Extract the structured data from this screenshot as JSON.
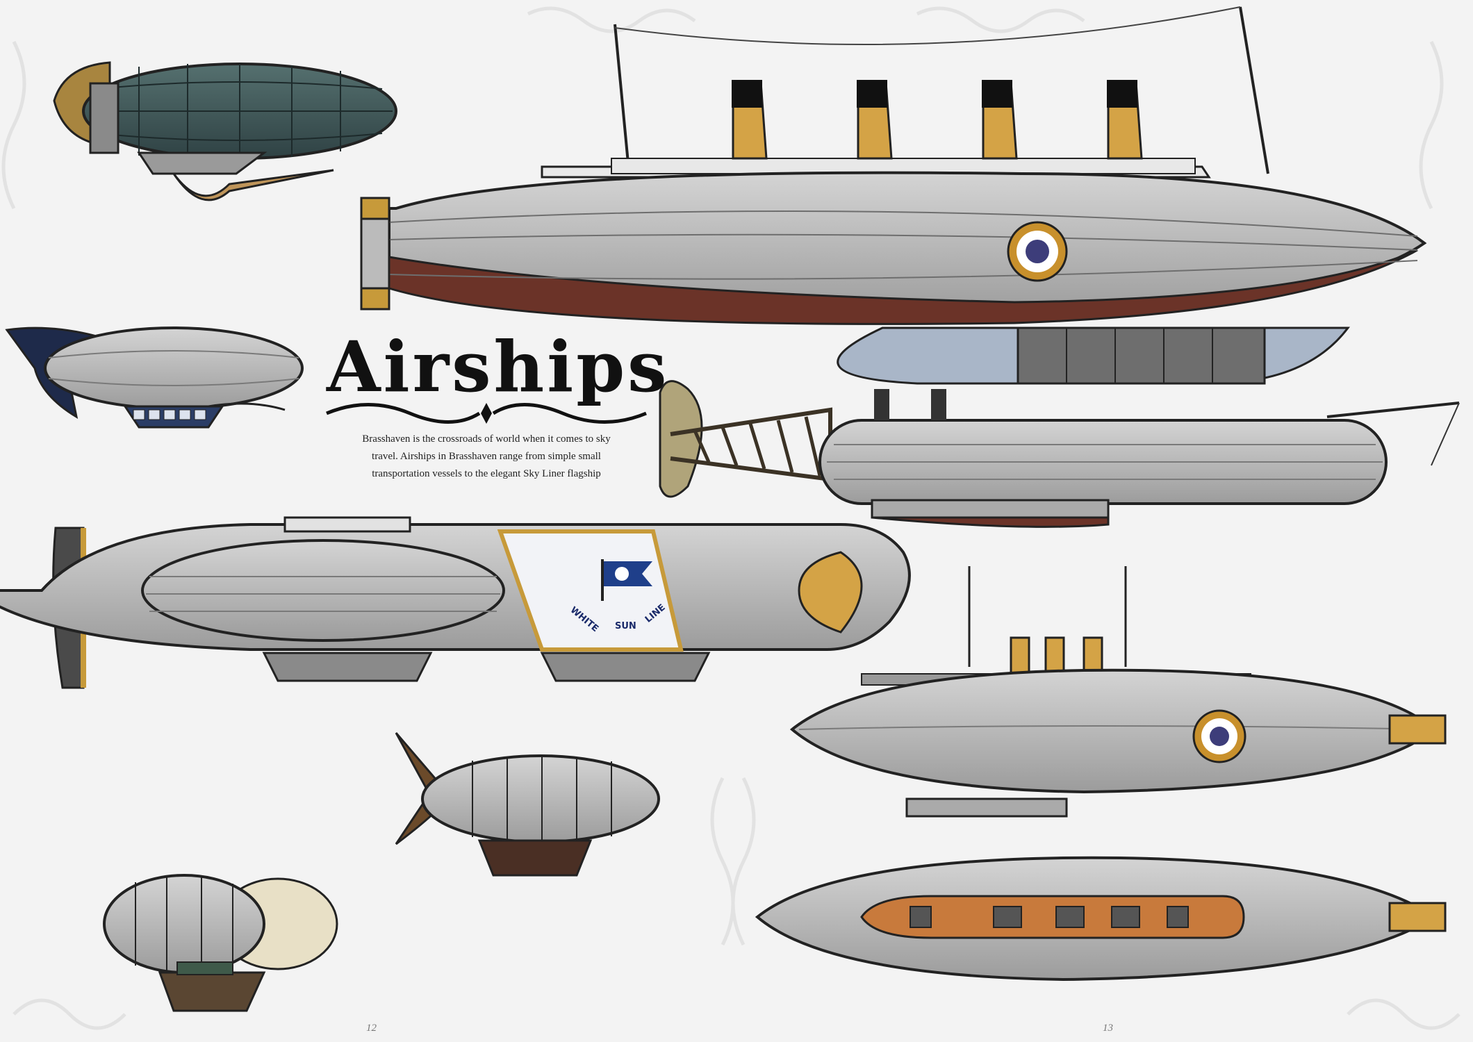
{
  "page": {
    "title": "Airships",
    "intro_lines": [
      "Brasshaven is the crossroads of world when it comes to sky",
      "travel. Airships in Brasshaven range from simple small",
      "transportation vessels to the elegant Sky Liner flagship"
    ],
    "page_left": "12",
    "page_right": "13"
  },
  "emblem": {
    "word1": "WHITE",
    "word2": "SUN",
    "word3": "LINE"
  },
  "colors": {
    "background": "#f3f3f3",
    "envelope": "#b9b9b9",
    "envelope_dark": "#9a9a9a",
    "hull_red": "#6b3328",
    "brass": "#c79a3a",
    "teal": "#3f5559",
    "navy": "#1e2a4a",
    "deck_orange": "#c87a3c"
  }
}
